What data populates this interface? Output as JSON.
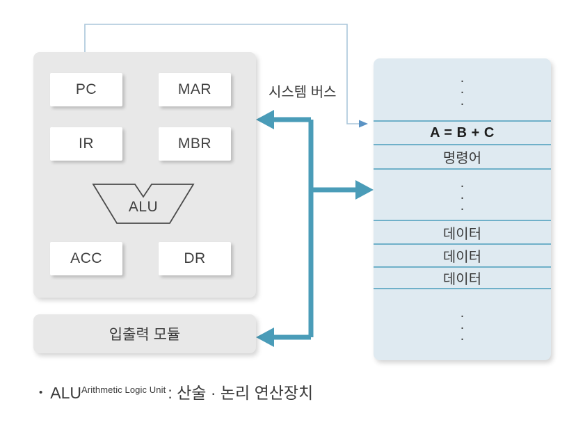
{
  "diagram": {
    "cpu": {
      "registers": [
        {
          "id": "pc",
          "label": "PC"
        },
        {
          "id": "mar",
          "label": "MAR"
        },
        {
          "id": "ir",
          "label": "IR"
        },
        {
          "id": "mbr",
          "label": "MBR"
        },
        {
          "id": "acc",
          "label": "ACC"
        },
        {
          "id": "dr",
          "label": "DR"
        }
      ],
      "alu_label": "ALU"
    },
    "io_module": {
      "label": "입출력 모듈"
    },
    "bus": {
      "label": "시스템 버스",
      "color": "#4a9cb8"
    },
    "memory": {
      "rows": [
        {
          "id": "row-dots-top",
          "text": "⋮",
          "kind": "dots"
        },
        {
          "id": "row-instruction",
          "text": "A = B + C",
          "kind": "bold"
        },
        {
          "id": "row-myeongryeong",
          "text": "명령어",
          "kind": "text"
        },
        {
          "id": "row-dots-mid",
          "text": "⋮",
          "kind": "dots"
        },
        {
          "id": "row-data-1",
          "text": "데이터",
          "kind": "text"
        },
        {
          "id": "row-data-2",
          "text": "데이터",
          "kind": "text"
        },
        {
          "id": "row-data-3",
          "text": "데이터",
          "kind": "text"
        },
        {
          "id": "row-dots-bottom",
          "text": "⋮",
          "kind": "dots"
        }
      ],
      "fill_color": "#dfeaf1",
      "line_color": "#6fb0c9"
    },
    "caption": {
      "bullet": "•",
      "term": "ALU",
      "superscript": "Arithmetic Logic Unit",
      "definition": ": 산술 · 논리 연산장치"
    }
  }
}
